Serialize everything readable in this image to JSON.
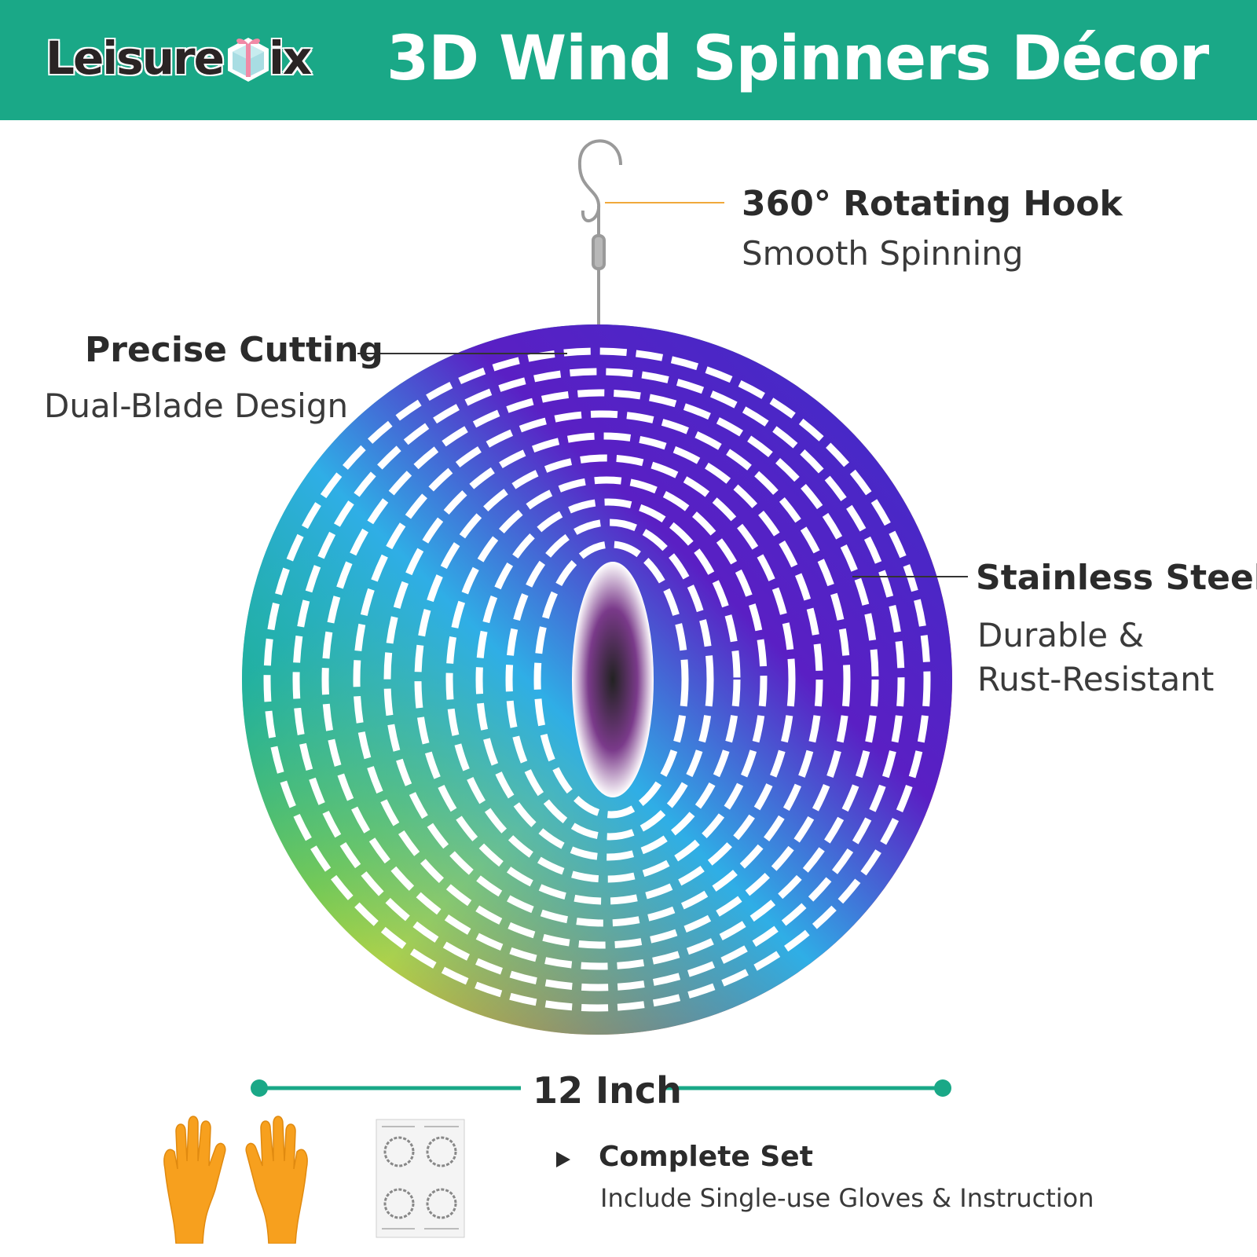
{
  "brand": {
    "logo_text_main": "Leisure",
    "logo_text_accent": "ix",
    "logo_icon": "gift-box-icon",
    "accent_color": "#1aa887"
  },
  "header": {
    "title": "3D Wind Spinners Décor"
  },
  "callouts": {
    "hook": {
      "title": "360° Rotating Hook",
      "subtitle": "Smooth Spinning"
    },
    "cutting": {
      "title": "Precise Cutting",
      "subtitle": "Dual-Blade Design"
    },
    "steel": {
      "title": "Stainless Steel",
      "subtitle_line1": "Durable &",
      "subtitle_line2": "Rust-Resistant"
    }
  },
  "dimension": {
    "label": "12 Inch"
  },
  "package": {
    "icon": "play-triangle-icon",
    "title": "Complete Set",
    "subtitle": "Include Single-use Gloves & Instruction"
  }
}
